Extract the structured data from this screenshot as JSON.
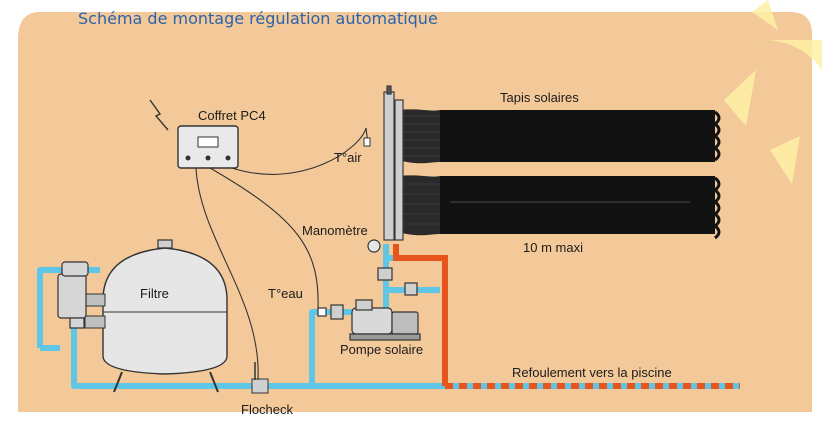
{
  "title": "Schéma de montage régulation automatique",
  "labels": {
    "coffret": "Coffret PC4",
    "tair": "T°air",
    "tapis": "Tapis solaires",
    "manometre": "Manomètre",
    "length": "10 m maxi",
    "filtre": "Filtre",
    "teau": "T°eau",
    "pompe": "Pompe solaire",
    "refoulement": "Refoulement vers la piscine",
    "flocheck": "Flocheck"
  },
  "colors": {
    "background": "#f4c999",
    "cold_pipe": "#5fc6e6",
    "hot_pipe": "#e8541d",
    "title": "#2a63ad",
    "sun": "#fff2a6"
  }
}
